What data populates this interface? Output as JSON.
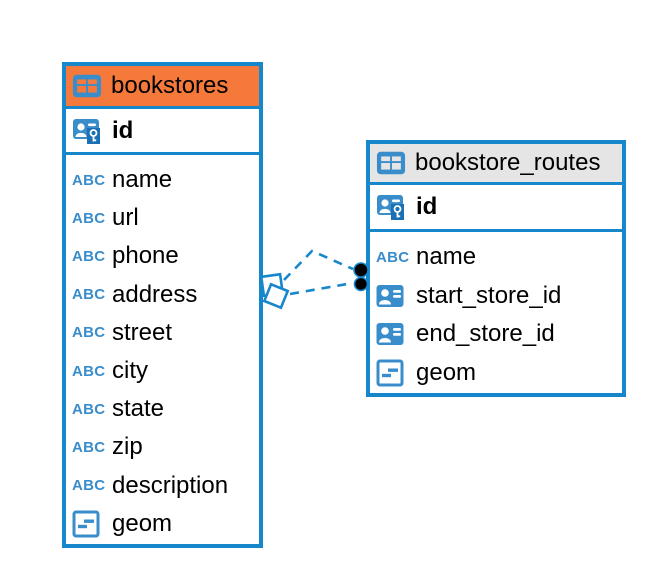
{
  "canvas": {
    "background": "#ffffff"
  },
  "colors": {
    "table_border_blue": "#1787cb",
    "icon_blue": "#3a8dcb",
    "bookstores_header_orange": "#f6793c",
    "routes_header_gray": "#e5e5e5",
    "connector_line_blue": "#1787cb",
    "connector_endpoint_black": "#000000"
  },
  "icons": {
    "abc_label": "ABC"
  },
  "tables": [
    {
      "title": "bookstores",
      "primary_key": {
        "name": "id"
      },
      "columns": [
        {
          "name": "name",
          "type": "text"
        },
        {
          "name": "url",
          "type": "text"
        },
        {
          "name": "phone",
          "type": "text"
        },
        {
          "name": "address",
          "type": "text"
        },
        {
          "name": "street",
          "type": "text"
        },
        {
          "name": "city",
          "type": "text"
        },
        {
          "name": "state",
          "type": "text"
        },
        {
          "name": "zip",
          "type": "text"
        },
        {
          "name": "description",
          "type": "text"
        },
        {
          "name": "geom",
          "type": "geometry"
        }
      ]
    },
    {
      "title": "bookstore_routes",
      "primary_key": {
        "name": "id"
      },
      "columns": [
        {
          "name": "name",
          "type": "text"
        },
        {
          "name": "start_store_id",
          "type": "reference"
        },
        {
          "name": "end_store_id",
          "type": "reference"
        },
        {
          "name": "geom",
          "type": "geometry"
        }
      ]
    }
  ],
  "connector": {
    "style": "dashed",
    "left_endpoint": "double-diamond",
    "right_endpoint": "double-dot"
  }
}
